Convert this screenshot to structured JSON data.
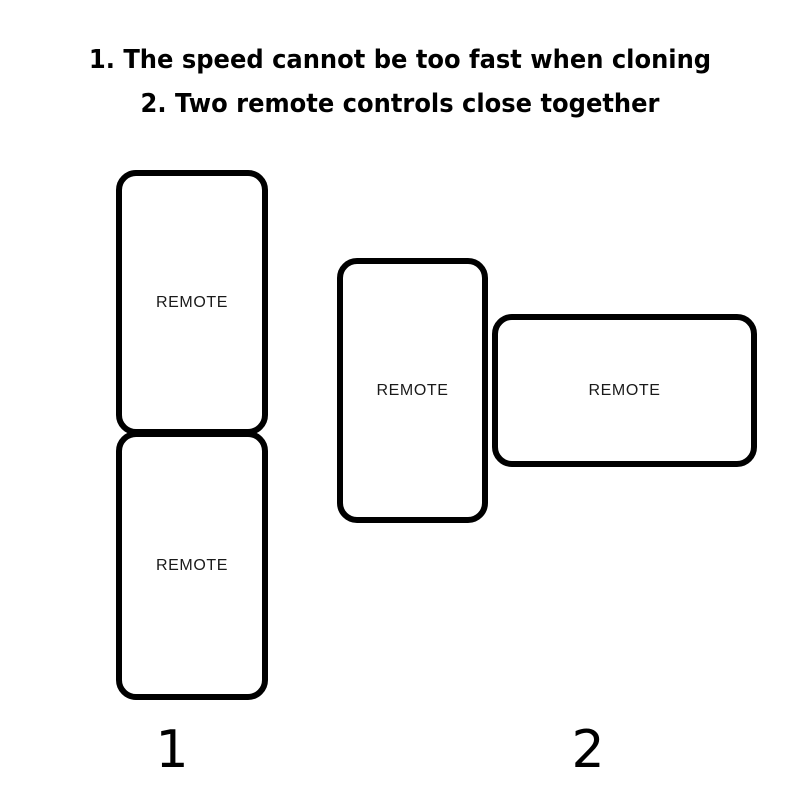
{
  "instructions": {
    "lines": [
      "1. The speed cannot be too fast when cloning",
      "2. Two remote controls close together"
    ]
  },
  "colors": {
    "outline": "#000000",
    "fill": "#ffffff",
    "text": "#000000",
    "label_text": "#1a1a1a"
  },
  "diagram": {
    "groups": [
      {
        "number": "1",
        "arrangement": "two-vertical-remotes-stacked",
        "remotes": [
          {
            "label": "REMOTE",
            "orientation": "vertical"
          },
          {
            "label": "REMOTE",
            "orientation": "vertical"
          }
        ]
      },
      {
        "number": "2",
        "arrangement": "vertical-remote-overlapped-by-horizontal-remote",
        "remotes": [
          {
            "label": "REMOTE",
            "orientation": "vertical"
          },
          {
            "label": "REMOTE",
            "orientation": "horizontal"
          }
        ]
      }
    ]
  }
}
